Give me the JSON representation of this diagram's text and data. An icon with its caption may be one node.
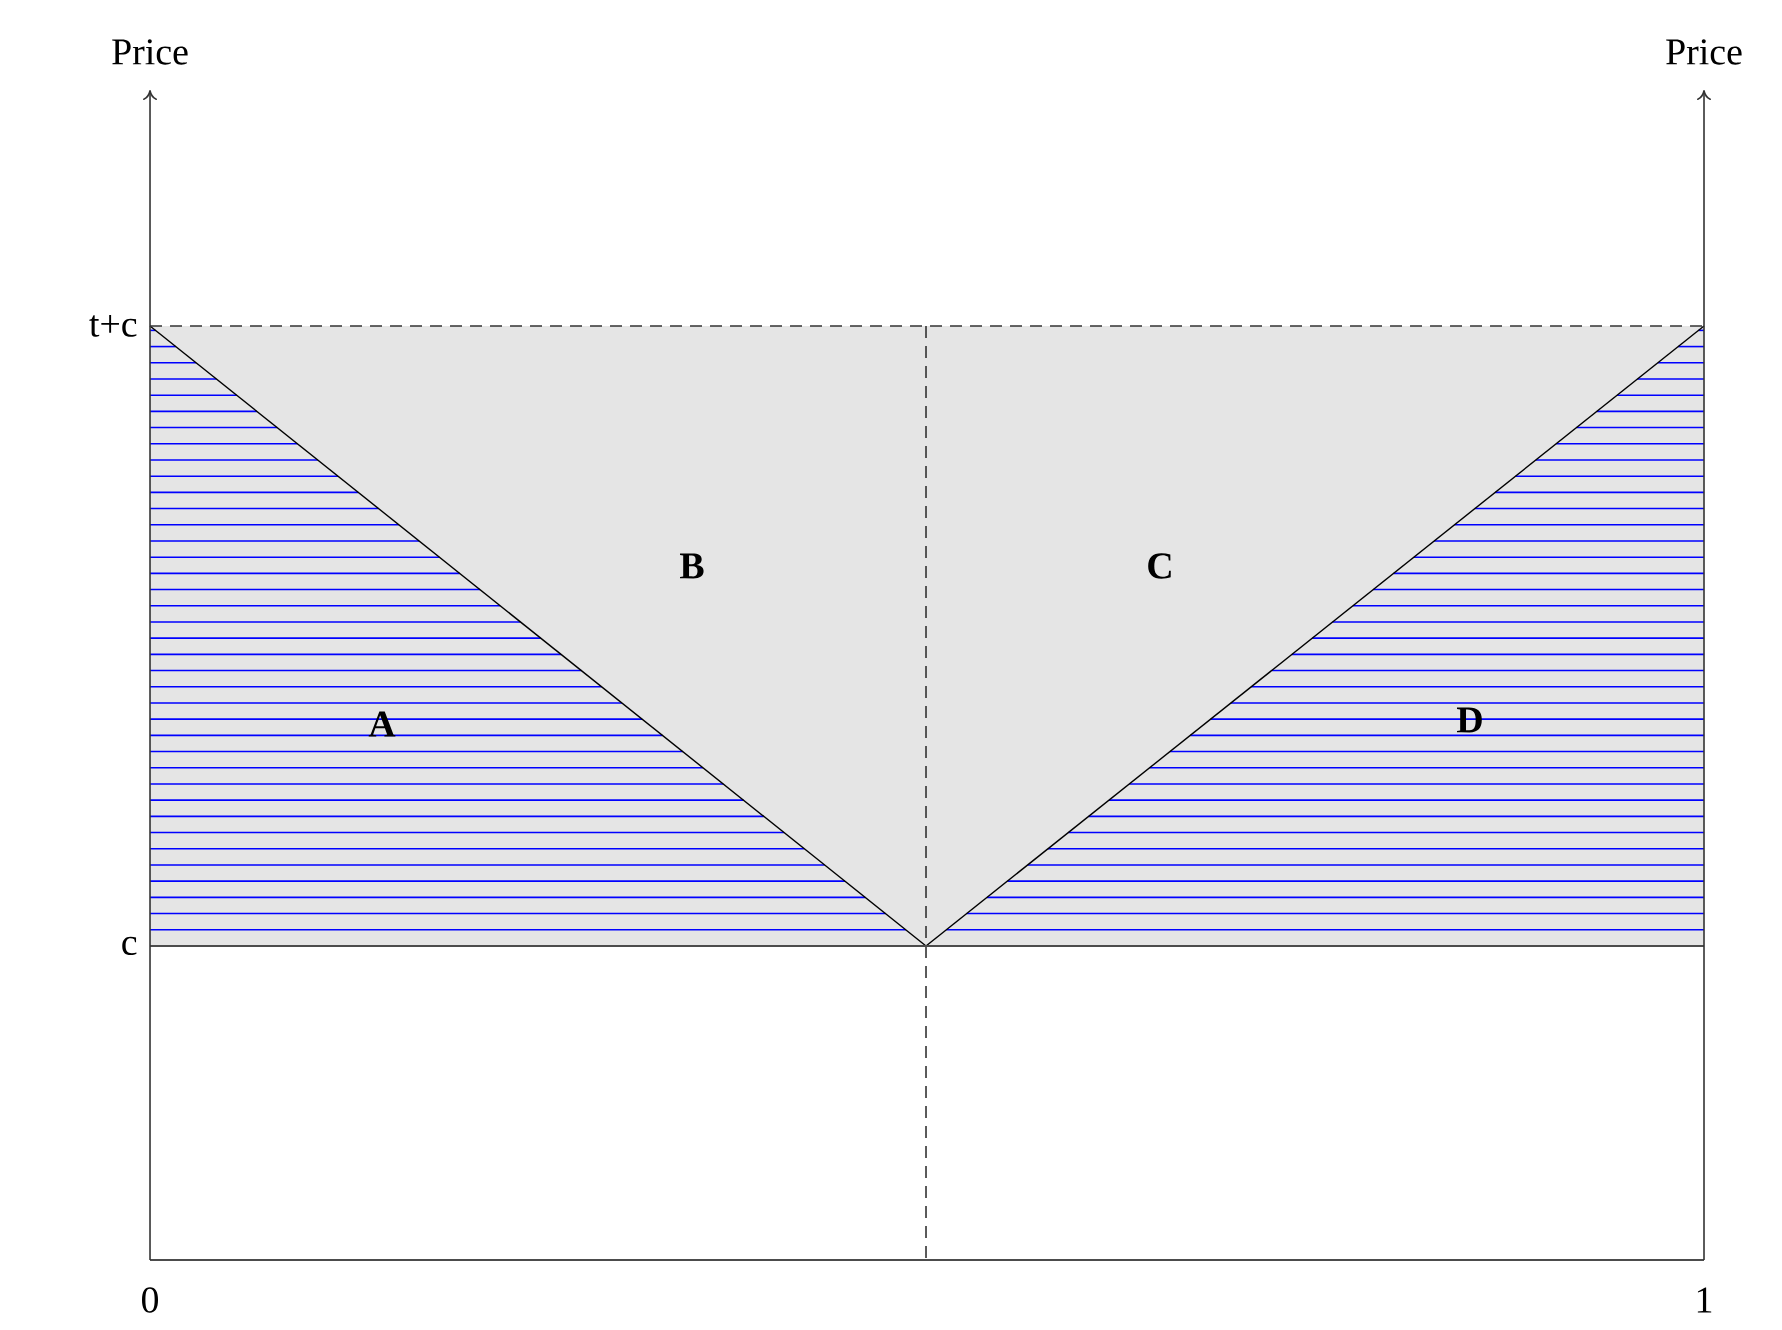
{
  "diagram": {
    "labels": [
      "Price",
      "Price",
      "t+c",
      "c",
      "0",
      "1",
      "A",
      "B",
      "C",
      "D"
    ]
  }
}
